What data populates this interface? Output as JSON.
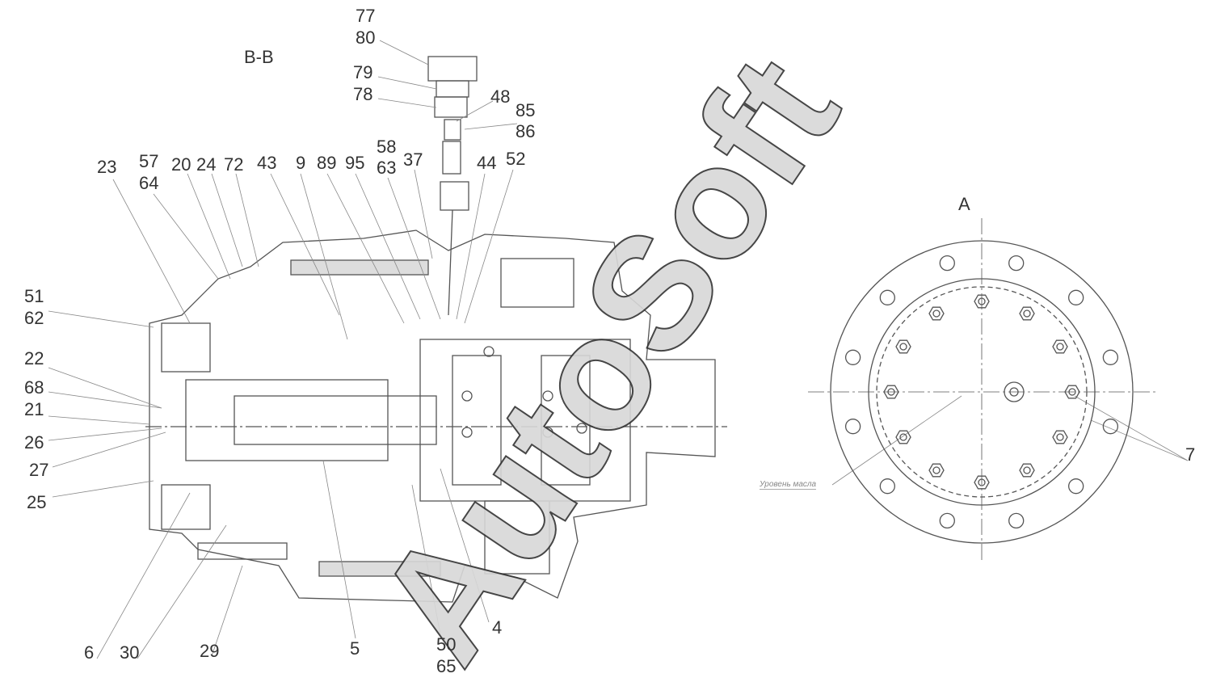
{
  "drawing": {
    "section_title": "B-B",
    "view_title": "A",
    "oil_level_note": "Уровень масла",
    "watermark": "AutoSoft",
    "callouts": [
      "77",
      "80",
      "79",
      "78",
      "48",
      "85",
      "86",
      "58",
      "63",
      "37",
      "23",
      "57",
      "64",
      "20",
      "24",
      "72",
      "43",
      "9",
      "89",
      "95",
      "44",
      "52",
      "51",
      "62",
      "22",
      "68",
      "21",
      "26",
      "27",
      "25",
      "7",
      "6",
      "30",
      "29",
      "5",
      "50",
      "65",
      "4"
    ]
  }
}
